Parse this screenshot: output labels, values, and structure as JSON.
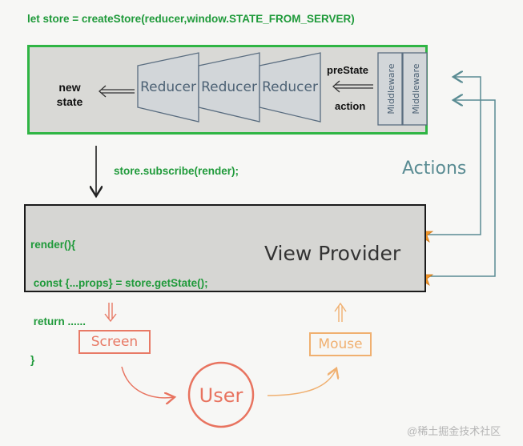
{
  "code": {
    "create_store": "let store = createStore(reducer,window.STATE_FROM_SERVER)",
    "subscribe": "store.subscribe(render);",
    "render_lines": [
      "render(){",
      " const {...props} = store.getState();",
      " return ......",
      "}"
    ]
  },
  "store": {
    "new_state_line1": "new",
    "new_state_line2": "state",
    "reducers": [
      "Reducer",
      "Reducer",
      "Reducer"
    ],
    "pre_state": "preState",
    "action": "action",
    "middlewares": [
      "Middleware",
      "Middleware"
    ]
  },
  "labels": {
    "actions": "Actions",
    "view_provider": "View Provider",
    "screen": "Screen",
    "mouse": "Mouse",
    "user": "User"
  },
  "watermark": "@稀土掘金技术社区",
  "colors": {
    "code_green": "#1f9a3a",
    "store_border": "#2fb544",
    "arrow_blue": "#5a8c93",
    "star_orange": "#f0952a",
    "screen_red": "#e87a66",
    "mouse_orange": "#f0b070",
    "user_red": "#e8735f"
  }
}
